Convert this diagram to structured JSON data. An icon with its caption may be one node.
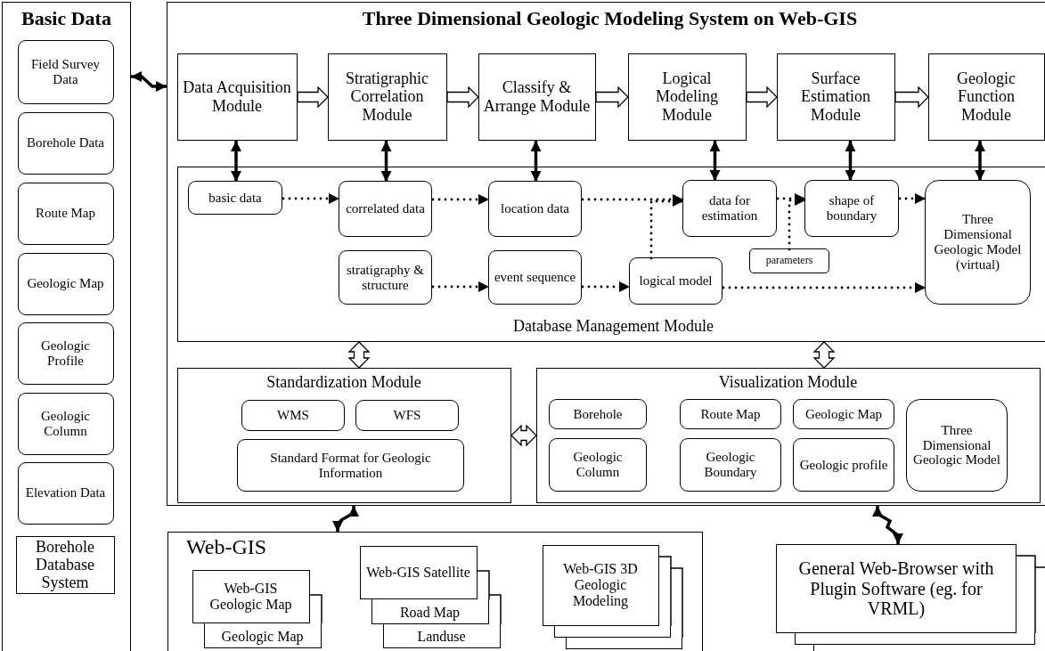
{
  "diagram": {
    "nodes": [
      {
        "text": [
          "Basic Data"
        ]
      },
      {
        "text": [
          "Field Survey Data"
        ],
        "in": 0
      },
      {
        "text": [
          "Borehole Data"
        ],
        "in": 0
      },
      {
        "text": [
          "Route Map"
        ],
        "in": 0
      },
      {
        "text": [
          "Geologic Map"
        ],
        "in": 0
      },
      {
        "text": [
          "Geologic Profile"
        ],
        "in": 0
      },
      {
        "text": [
          "Geologic Column"
        ],
        "in": 0
      },
      {
        "text": [
          "Elevation Data"
        ],
        "in": 0
      },
      {
        "text": [
          "Borehole Database System"
        ],
        "in": 0
      },
      {
        "text": [
          "Three Dimensional Geologic Modeling System on Web-GIS"
        ]
      },
      {
        "text": [
          "Data Acquisition Module"
        ],
        "in": 9
      },
      {
        "text": [
          "Stratigraphic Correlation Module"
        ],
        "in": 9
      },
      {
        "text": [
          "Classify & Arrange Module"
        ],
        "in": 9
      },
      {
        "text": [
          "Logical Modeling Module"
        ],
        "in": 9
      },
      {
        "text": [
          "Surface Estimation Module"
        ],
        "in": 9
      },
      {
        "text": [
          "Geologic Function Module"
        ],
        "in": 9
      },
      {
        "text": [
          "Database Management Module"
        ],
        "in": 9
      },
      {
        "text": [
          "basic data"
        ],
        "in": 16
      },
      {
        "text": [
          "correlated data"
        ],
        "in": 16
      },
      {
        "text": [
          "location data"
        ],
        "in": 16
      },
      {
        "text": [
          "data for estimation"
        ],
        "in": 16
      },
      {
        "text": [
          "shape of boundary"
        ],
        "in": 16
      },
      {
        "text": [
          "Three Dimensional Geologic Model (virtual)"
        ],
        "in": 16
      },
      {
        "text": [
          "stratigraphy & structure"
        ],
        "in": 16
      },
      {
        "text": [
          "event sequence"
        ],
        "in": 16
      },
      {
        "text": [
          "logical model"
        ],
        "in": 16
      },
      {
        "text": [
          "parameters"
        ],
        "in": 16
      },
      {
        "text": [
          "Standardization Module"
        ],
        "in": 9
      },
      {
        "text": [
          "WMS"
        ],
        "in": 27
      },
      {
        "text": [
          "WFS"
        ],
        "in": 27
      },
      {
        "text": [
          "Standard Format for Geologic Information"
        ],
        "in": 27
      },
      {
        "text": [
          "Visualization Module"
        ],
        "in": 9
      },
      {
        "text": [
          "Borehole"
        ],
        "in": 31
      },
      {
        "text": [
          "Route Map"
        ],
        "in": 31
      },
      {
        "text": [
          "Geologic Map"
        ],
        "in": 31
      },
      {
        "text": [
          "Three Dimensional Geologic Model"
        ],
        "in": 31
      },
      {
        "text": [
          "Geologic Column"
        ],
        "in": 31
      },
      {
        "text": [
          "Geologic Boundary"
        ],
        "in": 31
      },
      {
        "text": [
          "Geologic profile"
        ],
        "in": 31
      },
      {
        "text": [
          "Web-GIS"
        ]
      },
      {
        "text": [
          "Web-GIS Geologic Map"
        ],
        "in": 39
      },
      {
        "text": [
          "Geologic Map"
        ],
        "in": 39
      },
      {
        "text": [
          "Web-GIS Satellite"
        ],
        "in": 39
      },
      {
        "text": [
          "Road Map"
        ],
        "in": 39
      },
      {
        "text": [
          "Landuse"
        ],
        "in": 39
      },
      {
        "text": [
          "Web-GIS 3D Geologic Modeling"
        ],
        "in": 39
      },
      {
        "text": [],
        "shape": "box",
        "in": 39
      },
      {
        "text": [],
        "shape": "box",
        "in": 39
      },
      {
        "text": [
          "General Web-Browser with Plugin Software (eg. for VRML)"
        ]
      },
      {
        "text": [],
        "shape": "box"
      },
      {
        "text": [],
        "shape": "box"
      }
    ],
    "edges": [
      {
        "from": 0,
        "to": 9,
        "arrow": "both"
      },
      {
        "from": 10,
        "to": 11,
        "arrow": "to"
      },
      {
        "from": 11,
        "to": 12,
        "arrow": "to"
      },
      {
        "from": 12,
        "to": 13,
        "arrow": "to"
      },
      {
        "from": 13,
        "to": 14,
        "arrow": "to"
      },
      {
        "from": 14,
        "to": 15,
        "arrow": "to"
      },
      {
        "from": 10,
        "to": 17,
        "arrow": "both"
      },
      {
        "from": 11,
        "to": 18,
        "arrow": "both"
      },
      {
        "from": 12,
        "to": 19,
        "arrow": "both"
      },
      {
        "from": 13,
        "to": 20,
        "arrow": "both"
      },
      {
        "from": 14,
        "to": 21,
        "arrow": "both"
      },
      {
        "from": 15,
        "to": 22,
        "arrow": "both"
      },
      {
        "from": 17,
        "to": 18,
        "arrow": "to",
        "style": "dashed"
      },
      {
        "from": 18,
        "to": 19,
        "arrow": "to",
        "style": "dashed"
      },
      {
        "from": 19,
        "to": 20,
        "arrow": "to",
        "style": "dashed"
      },
      {
        "from": 20,
        "to": 21,
        "arrow": "to",
        "style": "dashed"
      },
      {
        "from": 21,
        "to": 22,
        "arrow": "to",
        "style": "dashed"
      },
      {
        "from": 23,
        "to": 24,
        "arrow": "to",
        "style": "dashed"
      },
      {
        "from": 24,
        "to": 25,
        "arrow": "to",
        "style": "dashed"
      },
      {
        "from": 25,
        "to": 22,
        "arrow": "to",
        "style": "dashed"
      },
      {
        "from": 25,
        "to": 20,
        "arrow": "to",
        "style": "dashed"
      },
      {
        "from": 26,
        "to": 21,
        "arrow": "to",
        "style": "dashed"
      },
      {
        "from": 16,
        "to": 27,
        "arrow": "both"
      },
      {
        "from": 16,
        "to": 31,
        "arrow": "both"
      },
      {
        "from": 27,
        "to": 31,
        "arrow": "both"
      },
      {
        "from": 9,
        "to": 39,
        "arrow": "both"
      },
      {
        "from": 9,
        "to": 48,
        "arrow": "both"
      }
    ]
  }
}
